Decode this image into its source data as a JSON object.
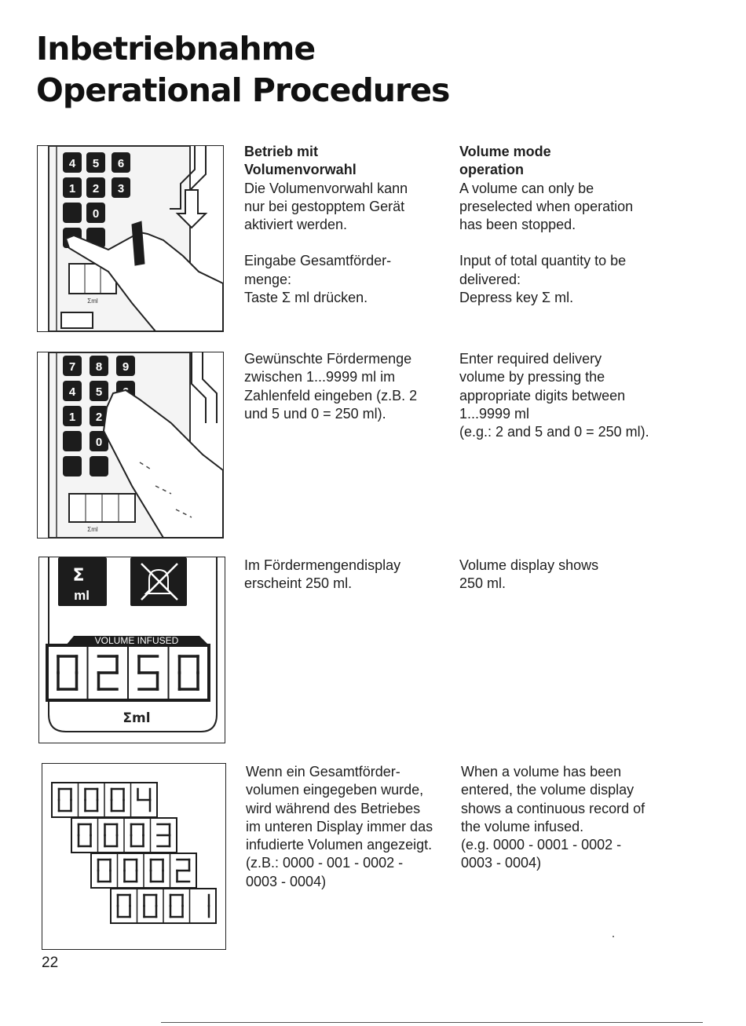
{
  "title": {
    "de": "Inbetriebnahme",
    "en": "Operational Procedures"
  },
  "steps": [
    {
      "de_heading": "Betrieb mit\nVolumenvorwahl",
      "de_text": "Die Volumenvorwahl kann\nnur bei gestopptem Gerät\naktiviert werden.",
      "de_text2": "Eingabe Gesamtförder-\nmenge:\nTaste Σ ml drücken.",
      "en_heading": "Volume mode\noperation",
      "en_text": "A volume can only be\npreselected when operation\nhas been stopped.",
      "en_text2": "Input of total quantity to be\ndelivered:\nDepress key Σ ml.",
      "figure": {
        "keys": [
          "4",
          "5",
          "6",
          "1",
          "2",
          "3",
          "0"
        ],
        "sigma_label": "Σml"
      }
    },
    {
      "de_text": "Gewünschte Fördermenge\nzwischen 1...9999 ml im\nZahlenfeld eingeben (z.B. 2\nund 5 und 0 = 250 ml).",
      "en_text": "Enter required delivery\nvolume by pressing the\nappropriate digits between\n1...9999 ml\n(e.g.: 2 and 5 and 0 = 250 ml).",
      "figure": {
        "keys": [
          "7",
          "8",
          "9",
          "4",
          "5",
          "6",
          "1",
          "2",
          "0"
        ],
        "sigma_label": "Σml"
      }
    },
    {
      "de_text": "Im Fördermengendisplay\nerscheint 250 ml.",
      "en_text": "Volume display shows\n250 ml.",
      "figure": {
        "key_sigma": "Σ",
        "key_ml": "ml",
        "banner": "VOLUME INFUSED",
        "display": "0250",
        "unit": "Σml"
      }
    },
    {
      "de_text": "Wenn ein Gesamtförder-\nvolumen eingegeben wurde,\nwird während des Betriebes\nim unteren Display immer das\ninfudierte Volumen angezeigt.\n(z.B.: 0000 - 001 - 0002 -\n0003 - 0004)",
      "en_text": "When a volume has been\nentered, the volume display\nshows a continuous record of\nthe volume infused.\n(e.g. 0000 - 0001 - 0002 -\n0003 - 0004)",
      "figure": {
        "displays": [
          "0004",
          "0003",
          "0002",
          "0001"
        ]
      }
    }
  ],
  "page_number": "22"
}
